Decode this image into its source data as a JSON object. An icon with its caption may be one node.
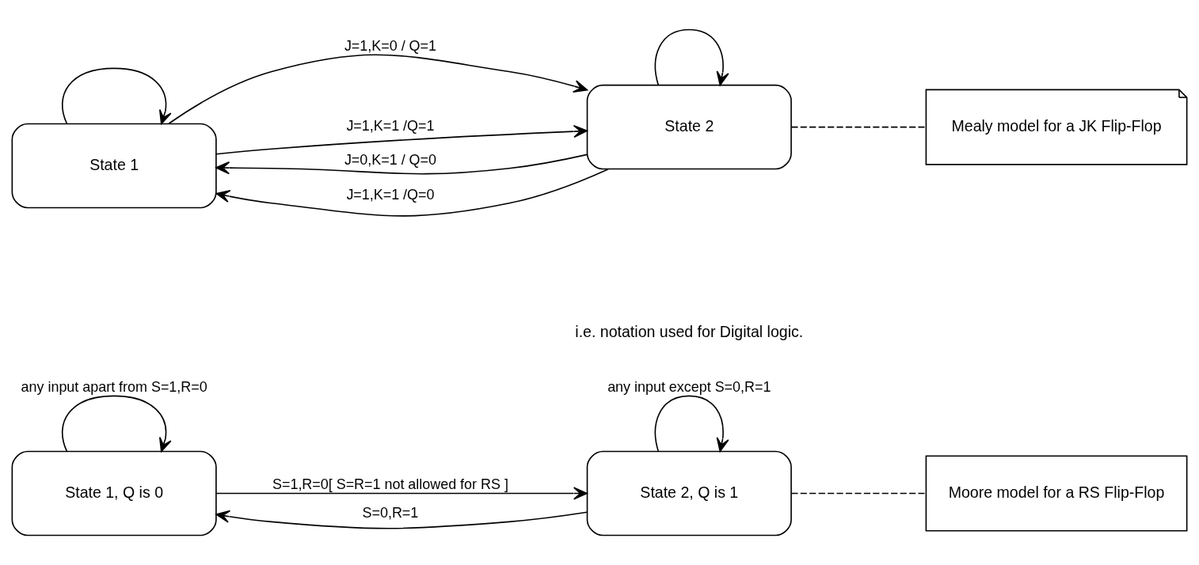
{
  "diagram": {
    "nodes": [
      {
        "text": [
          "State 1, Q is 0"
        ]
      },
      {
        "text": [
          "State 2, Q is 1"
        ]
      },
      {
        "text": [
          "Moore model for a RS Flip-Flop"
        ]
      },
      {
        "text": [
          "State 1"
        ]
      },
      {
        "text": [
          "State 2"
        ]
      },
      {
        "text": [
          "Mealy model for a JK Flip-Flop"
        ]
      }
    ],
    "edges": [
      {
        "from": 0,
        "to": 0,
        "arrow": "to",
        "label": "any input apart from S=1,R=0"
      },
      {
        "from": 0,
        "to": 1,
        "arrow": "to",
        "label": "S=1,R=0[ S=R=1 not allowed for RS ]"
      },
      {
        "from": 1,
        "to": 0,
        "arrow": "to",
        "label": "S=0,R=1"
      },
      {
        "from": 1,
        "to": 1,
        "arrow": "to",
        "label": "any input except S=0,R=1"
      },
      {
        "from": 1,
        "to": 2,
        "arrow": "none",
        "style": "dashed"
      },
      {
        "from": 3,
        "to": 3,
        "arrow": "to"
      },
      {
        "from": 4,
        "to": 4,
        "arrow": "to"
      },
      {
        "from": 3,
        "to": 4,
        "arrow": "to",
        "label": "J=1,K=0 / Q=1"
      },
      {
        "from": 4,
        "to": 3,
        "arrow": "to",
        "label": "J=0,K=1 / Q=0"
      },
      {
        "from": 3,
        "to": 4,
        "arrow": "to",
        "label": "J=1,K=1 /Q=1"
      },
      {
        "from": 4,
        "to": 3,
        "arrow": "to",
        "label": "J=1,K=1 /Q=0"
      },
      {
        "from": 4,
        "to": 5,
        "arrow": "none",
        "style": "dashed"
      }
    ],
    "labels": [
      "i.e. notation used for Digital logic."
    ]
  }
}
